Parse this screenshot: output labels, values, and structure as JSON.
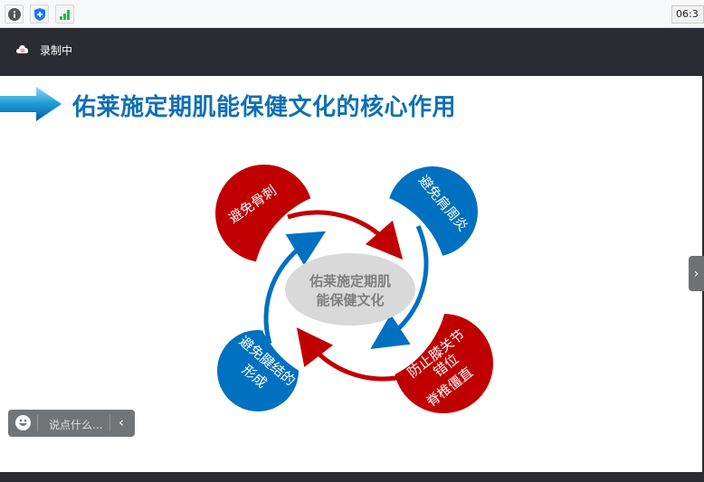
{
  "toolbar": {
    "icons": [
      "info-icon",
      "shield-icon",
      "signal-icon"
    ],
    "clock": "06:3"
  },
  "recording": {
    "label": "录制中"
  },
  "slide": {
    "title": "佑莱施定期肌能保健文化的核心作用",
    "center_line1": "佑莱施定期肌",
    "center_line2": "能保健文化",
    "petals": {
      "top_left": "避免骨刺",
      "top_right": "避免肩周炎",
      "bottom_left_line1": "避免腱结的",
      "bottom_left_line2": "形成",
      "bottom_right_line1": "防止膝关节",
      "bottom_right_line2": "错位",
      "bottom_right_line3": "脊椎僵直"
    },
    "colors": {
      "red": "#c00000",
      "blue": "#0070c0",
      "title": "#0f70b4",
      "center": "#d9d9d9"
    }
  },
  "chat": {
    "placeholder": "说点什么...",
    "icon": "smiley-icon"
  },
  "side_tab": {
    "icon": "chevron-right-icon"
  }
}
